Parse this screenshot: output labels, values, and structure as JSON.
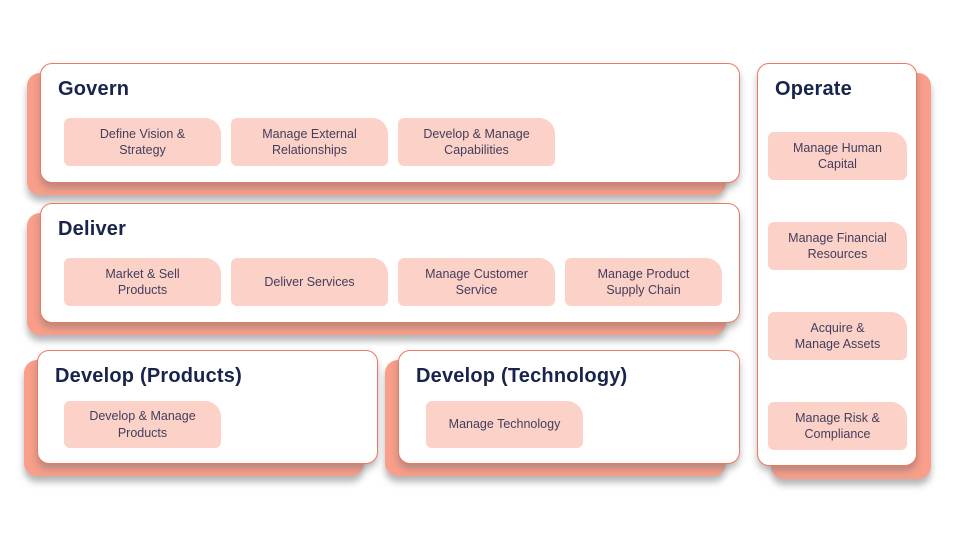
{
  "palette": {
    "background": "#ffffff",
    "card_fill": "#ffffff",
    "card_border": "#ec7960",
    "card_back_shadow": "#f89e8a",
    "capability_fill": "#fbd1c8",
    "title_text": "#18244b",
    "capability_text": "#433e5c"
  },
  "sections": {
    "govern": {
      "title": "Govern",
      "boxes": [
        "Define Vision &\nStrategy",
        "Manage External\nRelationships",
        "Develop & Manage\nCapabilities"
      ]
    },
    "deliver": {
      "title": "Deliver",
      "boxes": [
        "Market & Sell\nProducts",
        "Deliver Services",
        "Manage Customer\nService",
        "Manage Product\nSupply Chain"
      ]
    },
    "develop_products": {
      "title": "Develop (Products)",
      "boxes": [
        "Develop & Manage\nProducts"
      ]
    },
    "develop_technology": {
      "title": "Develop (Technology)",
      "boxes": [
        "Manage Technology"
      ]
    },
    "operate": {
      "title": "Operate",
      "boxes": [
        "Manage Human\nCapital",
        "Manage Financial\nResources",
        "Acquire &\nManage Assets",
        "Manage Risk &\nCompliance"
      ]
    }
  }
}
